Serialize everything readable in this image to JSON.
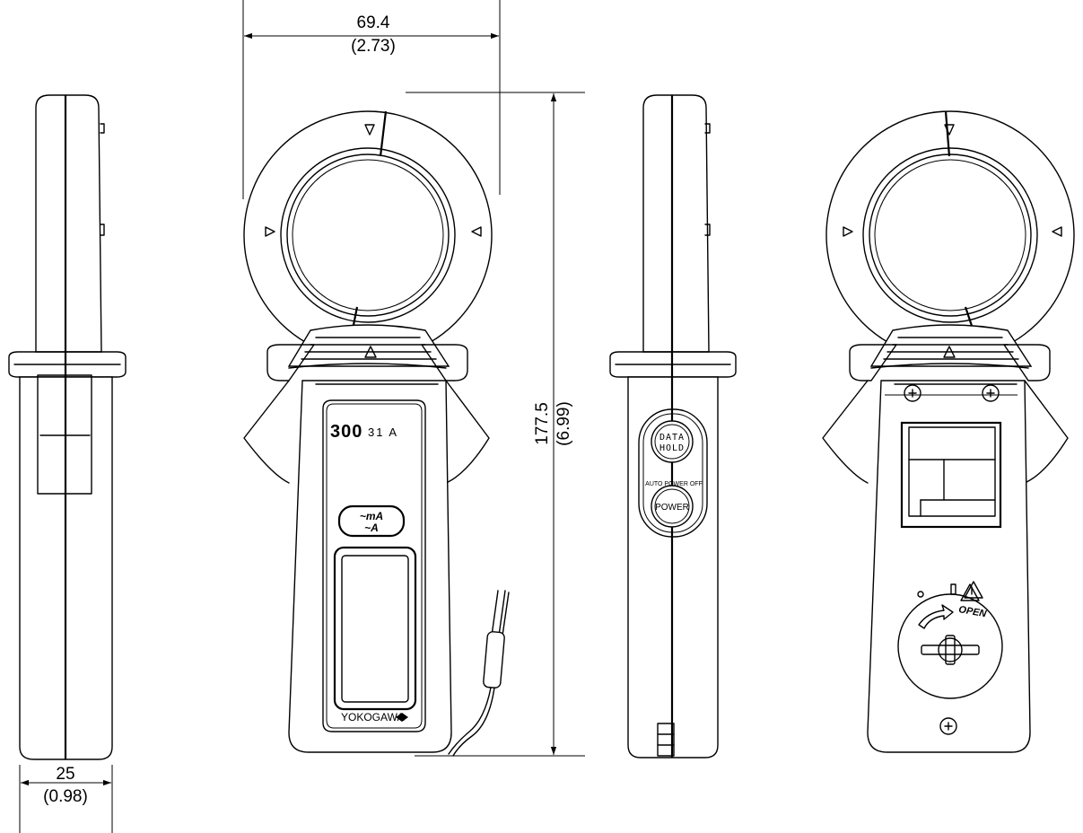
{
  "dimensions": {
    "width": {
      "mm": "69.4",
      "inch": "(2.73)"
    },
    "height": {
      "mm": "177.5",
      "inch": "(6.99)"
    },
    "depth": {
      "mm": "25",
      "inch": "(0.98)"
    }
  },
  "front": {
    "model_big": "300",
    "model_small": "31 A",
    "range_button_line1": "~mA",
    "range_button_line2": "~A",
    "brand": "YOKOGAWA"
  },
  "right_side": {
    "data_hold_line1": "DATA",
    "data_hold_line2": "HOLD",
    "auto_power_off": "AUTO POWER OFF",
    "power": "POWER"
  },
  "back": {
    "open": "OPEN"
  }
}
